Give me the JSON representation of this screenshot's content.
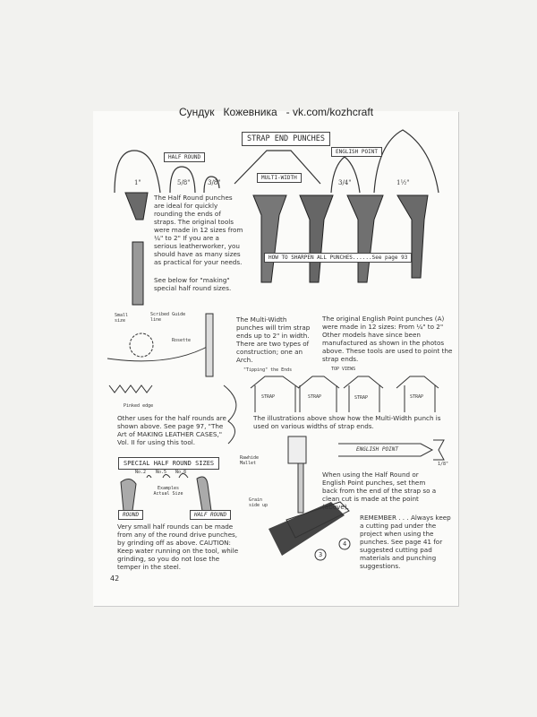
{
  "watermark": "Сундук   Кожевника   - vk.com/kozhcraft",
  "title": "STRAP END PUNCHES",
  "half_round": {
    "label": "HALF ROUND",
    "sizes": [
      "1\"",
      "5/8\"",
      "3/8\""
    ]
  },
  "multi_width": {
    "label": "MULTI-WIDTH"
  },
  "english_point": {
    "label": "ENGLISH POINT",
    "sizes": [
      "3/4\"",
      "1½\""
    ]
  },
  "sharpen_note": "HOW TO SHARPEN ALL PUNCHES......See page 93",
  "half_round_text": "The Half Round punches are ideal for quickly rounding the ends of straps. The original tools were made in 12 sizes from ¼\" to 2\" If you are a serious leatherworker, you should have as many sizes as practical for your needs.",
  "see_below_text": "See below for \"making\" special half round sizes.",
  "multi_width_text": "The Multi-Width punches will trim strap ends up to 2\" in width. There are two types of construction; one an Arch.",
  "english_point_text": "The original English Point punches (A) were made in 12 sizes: From ¼\" to 2\" Other models have since been manufactured as shown in the photos above. These tools are used to point the strap ends.",
  "rosette_labels": {
    "small": "Small size",
    "scribed": "Scribed Guide line",
    "rosette": "Rosette",
    "pinked": "Pinked edge"
  },
  "other_uses_text": "Other uses for the half rounds are shown above. See page 97, \"The Art of MAKING LEATHER CASES,\" Vol. II for using this tool.",
  "tipping": {
    "label": "\"Tipping\" the Ends",
    "top_views": "TOP VIEWS",
    "strap": "STRAP"
  },
  "illustrations_text": "The illustrations above show how the Multi-Width punch is used on various widths of strap ends.",
  "special": {
    "title": "SPECIAL HALF ROUND SIZES",
    "nos": [
      "No.2",
      "No.5",
      "No.8"
    ],
    "examples": "Examples Actual Size",
    "round": "ROUND",
    "half_round": "HALF ROUND"
  },
  "very_small_text": "Very small half rounds can be made from any of the round drive punches, by grinding off as above. CAUTION: Keep water running on the tool, while grinding, so you do not lose the temper in the steel.",
  "mallet_labels": {
    "mallet": "Rawhide Mallet",
    "grain": "Grain side up",
    "n3": "3",
    "n4": "4"
  },
  "english_point_arrow": "ENGLISH POINT",
  "eighth": "1/8\"",
  "when_using_text": "When using the Half Round or English Point punches, set them back from the end of the strap so a clean cut is made at the point (above).",
  "remember_text": "REMEMBER . . . Always keep a cutting pad under the project when using the punches. See page 41 for suggested cutting pad materials and punching suggestions.",
  "page_number": "42"
}
